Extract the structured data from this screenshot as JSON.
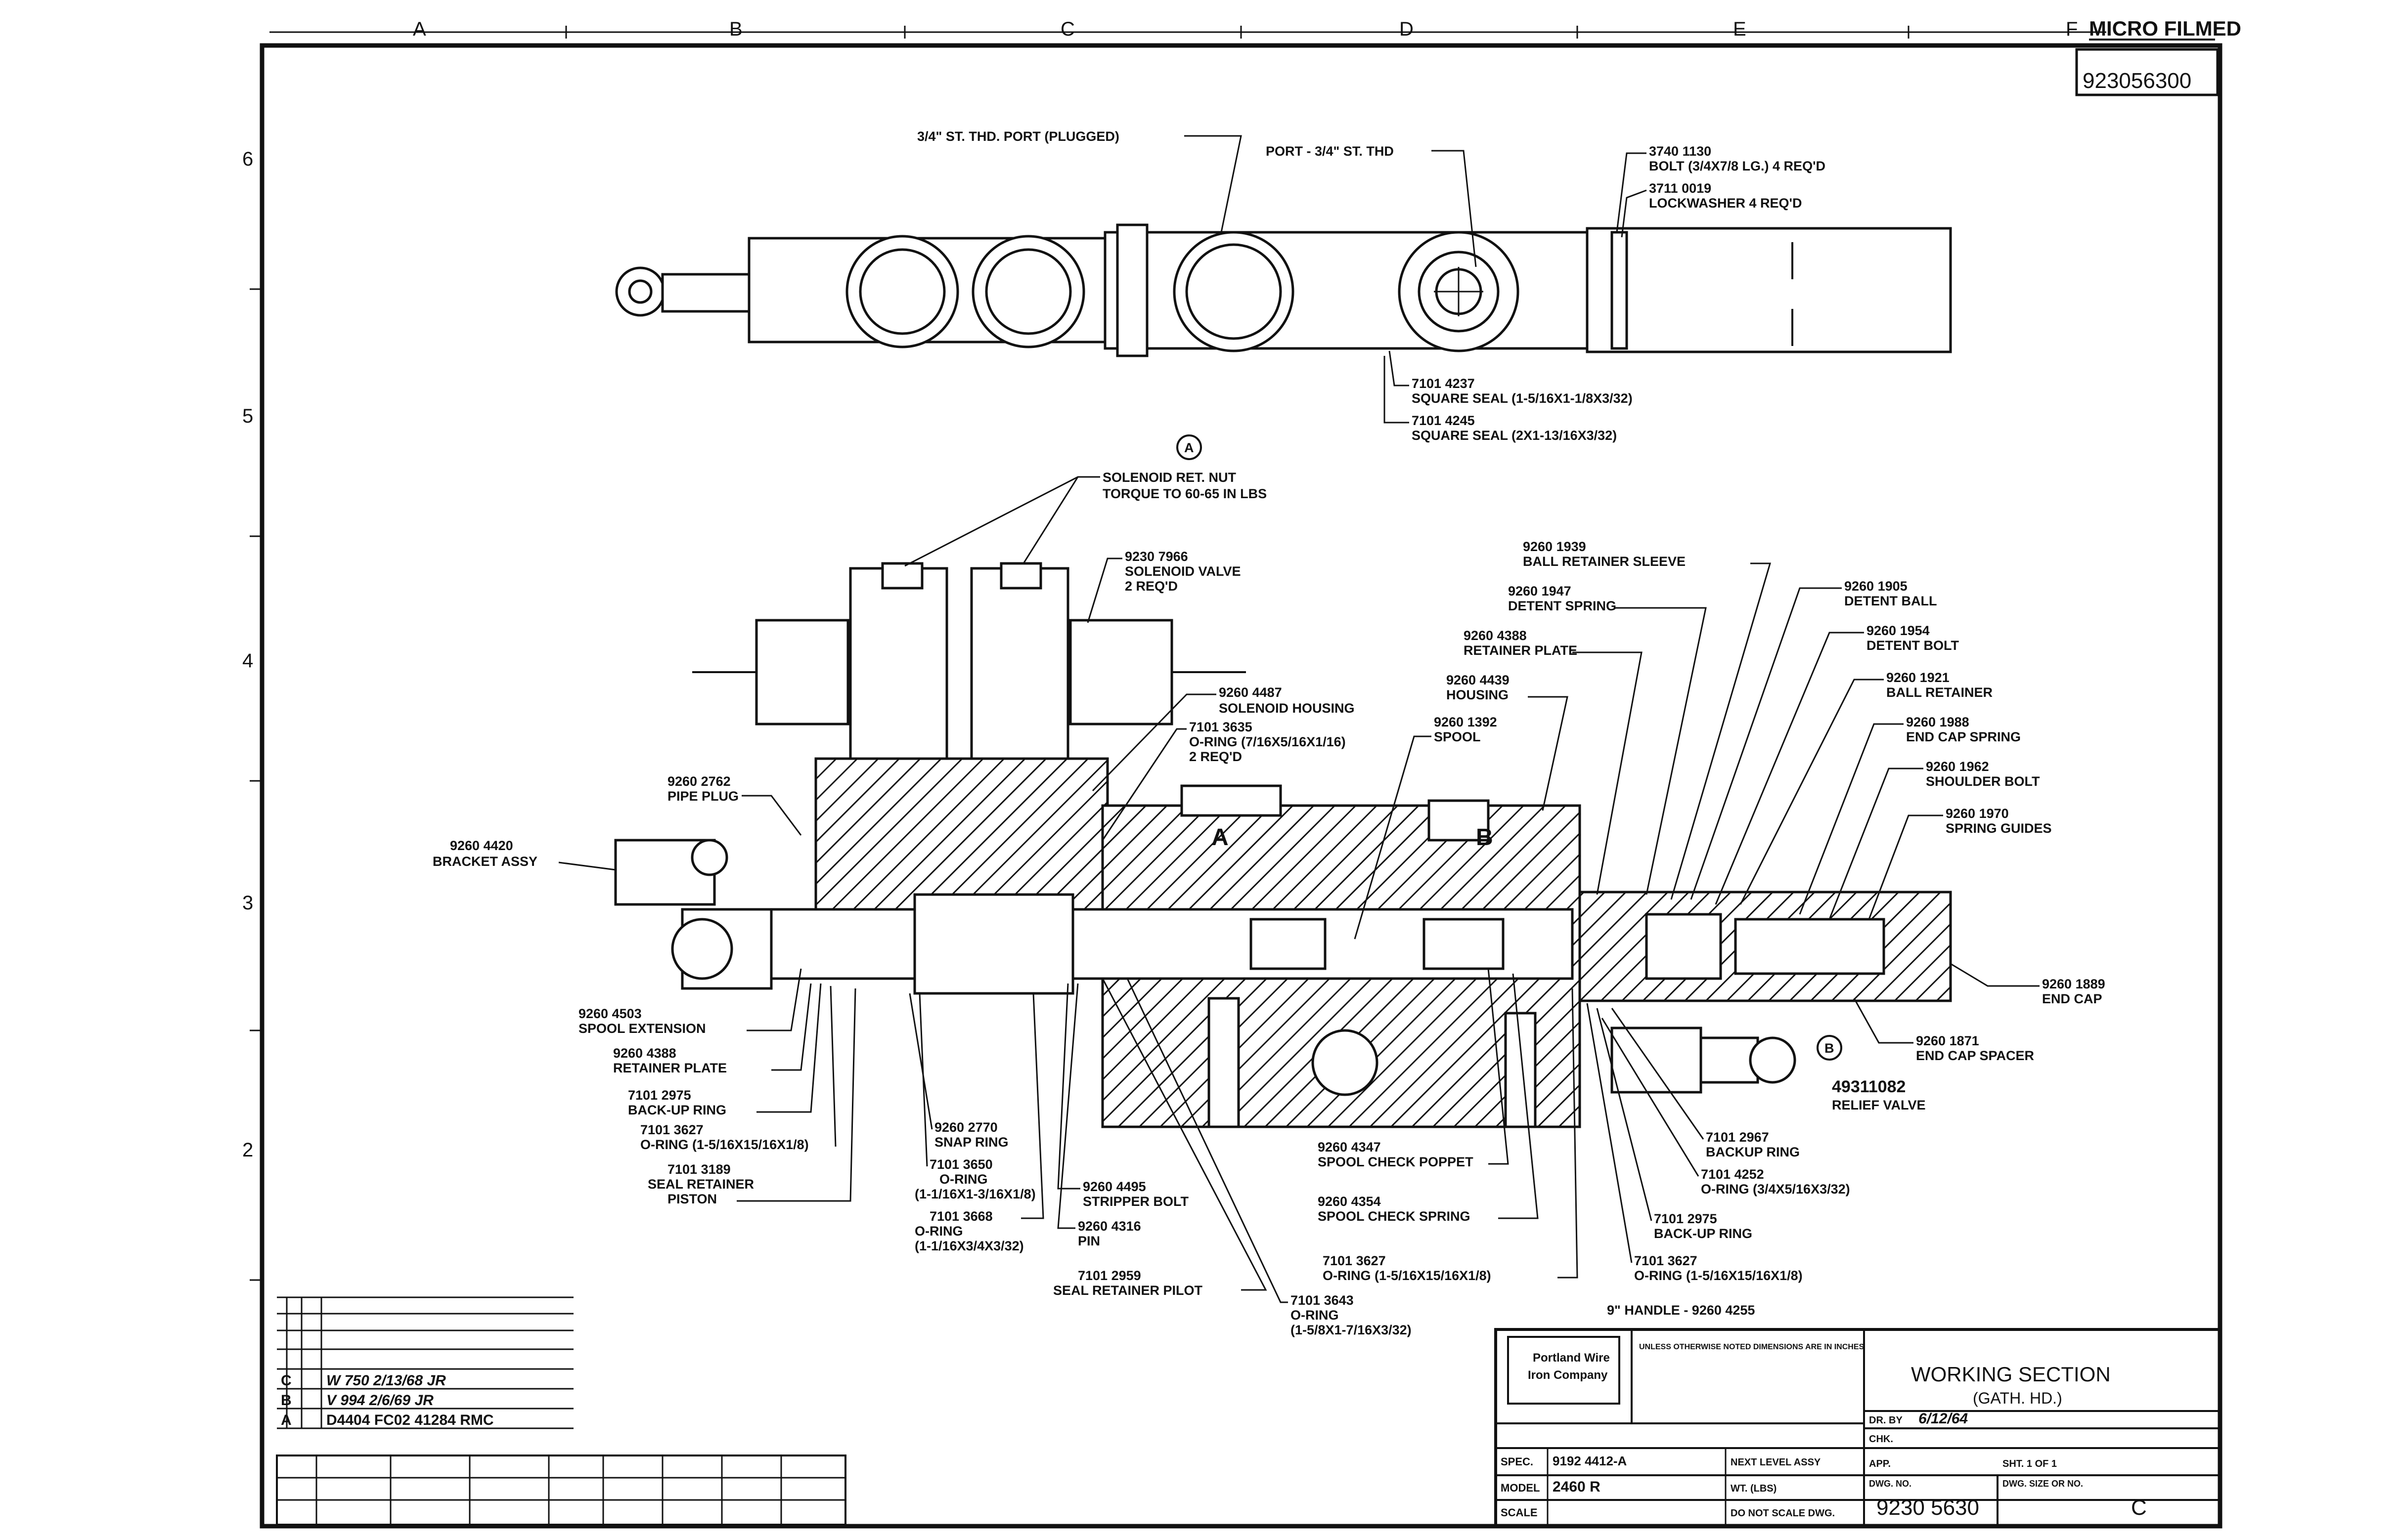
{
  "border": {
    "top_letters": [
      "A",
      "B",
      "C",
      "D",
      "E",
      "F"
    ],
    "side_numbers": [
      "6",
      "5",
      "4",
      "3",
      "2"
    ],
    "stamp": "MICRO FILMED",
    "corner_number": "923056300"
  },
  "top_view": {
    "labels": {
      "port_plugged": "3/4\" ST. THD. PORT (PLUGGED)",
      "port_thd": "PORT - 3/4\" ST. THD",
      "bolt_num": "3740 1130",
      "bolt_desc": "BOLT (3/4X7/8 LG.) 4 REQ'D",
      "lockwasher_num": "3711 0019",
      "lockwasher_desc": "LOCKWASHER 4 REQ'D",
      "seal1_num": "7101 4237",
      "seal1_desc": "SQUARE SEAL (1-5/16X1-1/8X3/32)",
      "seal2_num": "7101 4245",
      "seal2_desc": "SQUARE SEAL (2X1-13/16X3/32)"
    }
  },
  "section": {
    "callout_a": "A",
    "callout_b": "B",
    "port_a": "A",
    "port_b": "B",
    "labels": {
      "sol_nut_1": "SOLENOID RET. NUT",
      "sol_nut_2": "TORQUE TO 60-65 IN LBS",
      "sol_valve_num": "9230 7966",
      "sol_valve_1": "SOLENOID VALVE",
      "sol_valve_2": "2 REQ'D",
      "sol_housing_num": "9260 4487",
      "sol_housing_desc": "SOLENOID HOUSING",
      "oring1_num": "7101 3635",
      "oring1_desc": "O-RING (7/16X5/16X1/16)",
      "oring1_qty": "2 REQ'D",
      "pipe_plug_num": "9260 2762",
      "pipe_plug_desc": "PIPE PLUG",
      "bracket_num": "9260 4420",
      "bracket_desc": "BRACKET ASSY",
      "spool_num": "9260 1392",
      "spool_desc": "SPOOL",
      "housing_num": "9260 4439",
      "housing_desc": "HOUSING",
      "ret_plate_num": "9260 4388",
      "ret_plate_desc": "RETAINER PLATE",
      "det_spring_num": "9260 1947",
      "det_spring_desc": "DETENT SPRING",
      "ball_sleeve_num": "9260 1939",
      "ball_sleeve_desc": "BALL RETAINER SLEEVE",
      "det_ball_num": "9260 1905",
      "det_ball_desc": "DETENT BALL",
      "det_bolt_num": "9260 1954",
      "det_bolt_desc": "DETENT BOLT",
      "ball_ret_num": "9260 1921",
      "ball_ret_desc": "BALL RETAINER",
      "endcap_spring_num": "9260 1988",
      "endcap_spring_desc": "END CAP SPRING",
      "shoulder_num": "9260 1962",
      "shoulder_desc": "SHOULDER BOLT",
      "guides_num": "9260 1970",
      "guides_desc": "SPRING GUIDES",
      "endcap_num": "9260 1889",
      "endcap_desc": "END CAP",
      "endcap_spacer_num": "9260 1871",
      "endcap_spacer_desc": "END CAP SPACER",
      "relief_num": "49311082",
      "relief_desc": "RELIEF VALVE",
      "spool_ext_num": "9260 4503",
      "spool_ext_desc": "SPOOL EXTENSION",
      "ret_plate2_num": "9260 4388",
      "ret_plate2_desc": "RETAINER PLATE",
      "backup1_num": "7101 2975",
      "backup1_desc": "BACK-UP RING",
      "oring2_num": "7101 3627",
      "oring2_desc": "O-RING (1-5/16X15/16X1/8)",
      "seal_piston_num": "7101 3189",
      "seal_piston_1": "SEAL RETAINER",
      "seal_piston_2": "PISTON",
      "snap_num": "9260 2770",
      "snap_desc": "SNAP RING",
      "oring3_num": "7101 3650",
      "oring3_1": "O-RING",
      "oring3_2": "(1-1/16X1-3/16X1/8)",
      "oring4_num": "7101 3668",
      "oring4_1": "O-RING",
      "oring4_2": "(1-1/16X3/4X3/32)",
      "stripper_num": "9260 4495",
      "stripper_desc": "STRIPPER BOLT",
      "pin_num": "9260 4316",
      "pin_desc": "PIN",
      "seal_pilot_num": "7101 2959",
      "seal_pilot_desc": "SEAL RETAINER PILOT",
      "oring5_num": "7101 3643",
      "oring5_1": "O-RING",
      "oring5_2": "(1-5/8X1-7/16X3/32)",
      "poppet_num": "9260 4347",
      "poppet_desc": "SPOOL CHECK POPPET",
      "check_spring_num": "9260 4354",
      "check_spring_desc": "SPOOL CHECK SPRING",
      "oring6_num": "7101 3627",
      "oring6_desc": "O-RING (1-5/16X15/16X1/8)",
      "handle": "9\" HANDLE - 9260 4255",
      "backup2_num": "7101 2967",
      "backup2_desc": "BACKUP RING",
      "oring7_num": "7101 4252",
      "oring7_desc": "O-RING (3/4X5/16X3/32)",
      "backup3_num": "7101 2975",
      "backup3_desc": "BACK-UP RING",
      "oring8_num": "7101 3627",
      "oring8_desc": "O-RING (1-5/16X15/16X1/8)"
    }
  },
  "revisions": [
    {
      "ltr": "C",
      "text": "W 750   2/13/68 JR"
    },
    {
      "ltr": "B",
      "text": "V 994   2/6/69 JR"
    },
    {
      "ltr": "A",
      "text": "D4404 FC02 41284 RMC"
    }
  ],
  "title_block": {
    "company_1": "Portland Wire",
    "company_2": "Iron Company",
    "title_1": "WORKING SECTION",
    "title_2": "(GATH. HD.)",
    "spec_label": "SPEC.",
    "spec_value": "9192 4412-A",
    "model_label": "MODEL",
    "model_value": "2460 R",
    "scale_label": "SCALE",
    "dr_label": "DR. BY",
    "dr_value": "6/12/64",
    "chk_label": "CHK.",
    "app_label": "APP.",
    "sheet_text": "SHT. 1 OF 1",
    "dwg_label": "DWG. NO.",
    "dwg_number": "9230 5630",
    "size_label": "DWG. SIZE OR NO.",
    "size_value": "C",
    "tol_label": "UNLESS OTHERWISE NOTED DIMENSIONS ARE IN INCHES",
    "next_label": "NEXT LEVEL ASSY",
    "wt_label": "WT. (LBS)",
    "donot_label": "DO NOT SCALE DWG."
  }
}
